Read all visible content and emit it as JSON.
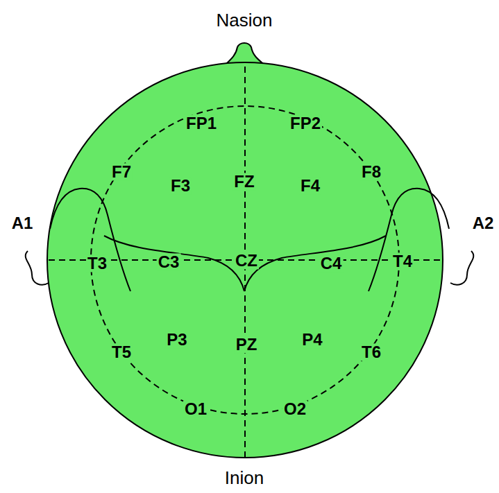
{
  "diagram": {
    "labels": [
      "Nasion",
      "FP1",
      "FP2",
      "F7",
      "F3",
      "FZ",
      "F4",
      "F8",
      "A1",
      "T3",
      "C3",
      "CZ",
      "C4",
      "T4",
      "A2",
      "T5",
      "P3",
      "PZ",
      "P4",
      "T6",
      "O1",
      "O2",
      "Inion"
    ]
  }
}
